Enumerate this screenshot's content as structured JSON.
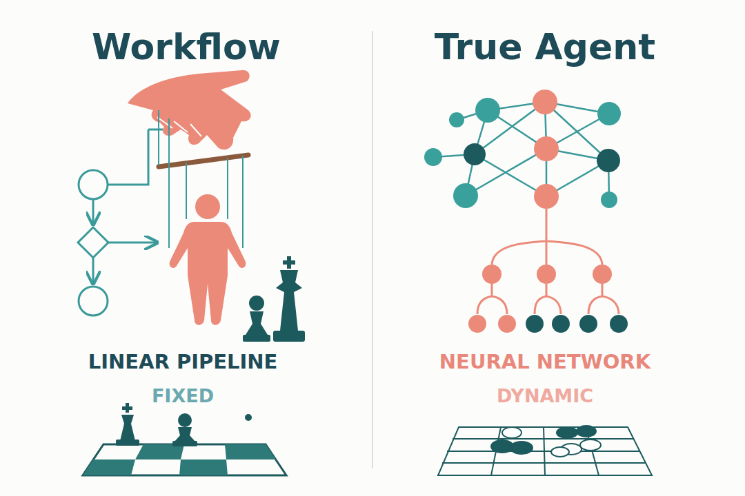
{
  "diagram": {
    "labels": [
      "Workflow",
      "LINEAR PIPELINE",
      "FIXED",
      "True Agent",
      "NEURAL NETWORK",
      "DYNAMIC"
    ]
  }
}
